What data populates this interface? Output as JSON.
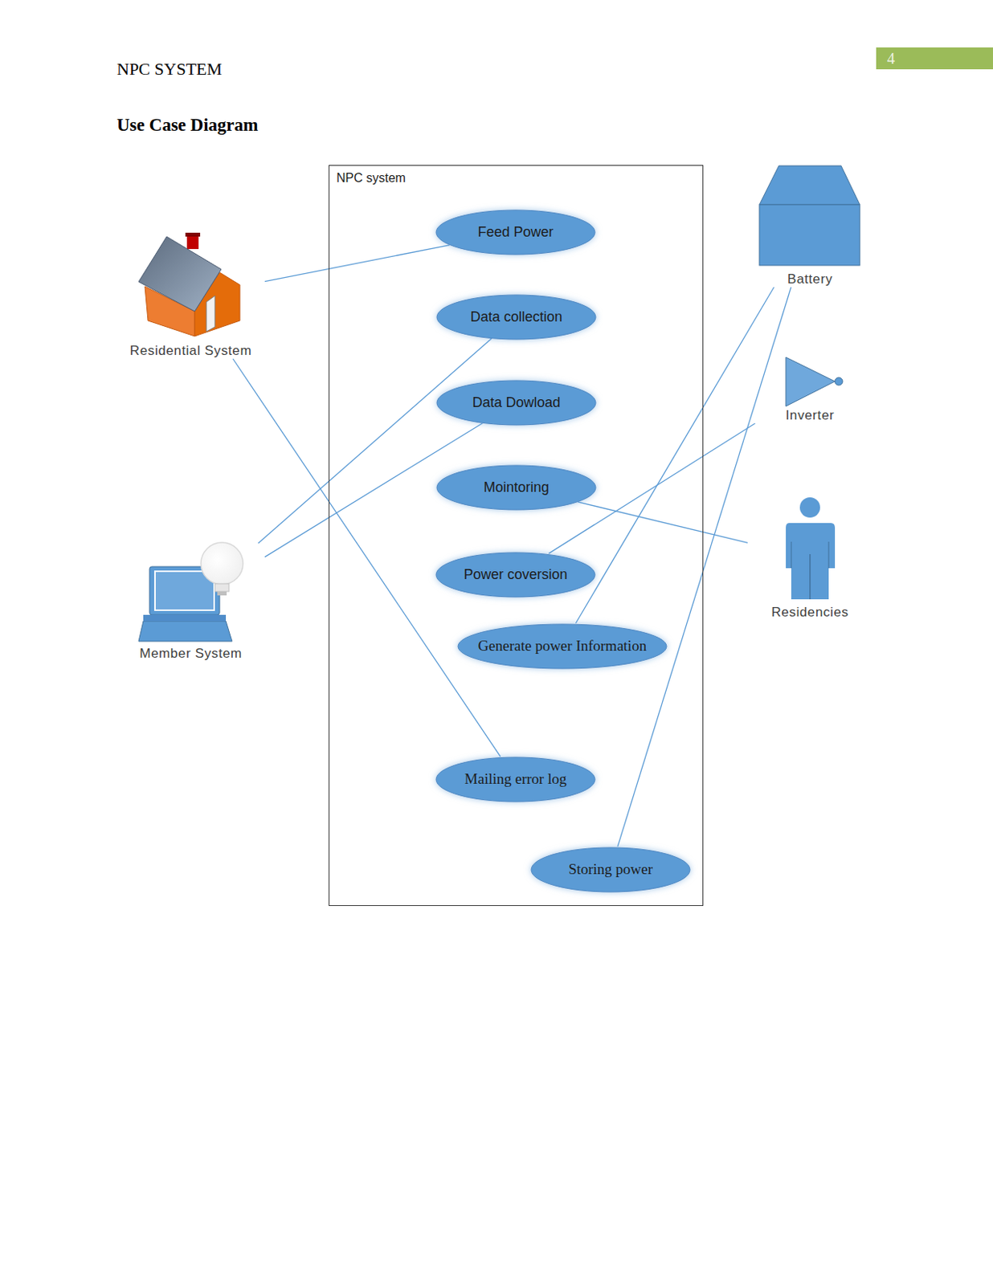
{
  "diagram": {
    "title": "Use Case Diagram",
    "nodes": [
      {
        "text": [
          "NPC system"
        ]
      },
      {
        "text": [
          "Feed Power"
        ],
        "in": 0
      },
      {
        "text": [
          "Data collection"
        ],
        "in": 0
      },
      {
        "text": [
          "Data Dowload"
        ],
        "in": 0
      },
      {
        "text": [
          "Mointoring"
        ],
        "in": 0
      },
      {
        "text": [
          "Power coversion"
        ],
        "in": 0
      },
      {
        "text": [
          "Generate power Information"
        ],
        "in": 0
      },
      {
        "text": [
          "Mailing error log"
        ],
        "in": 0
      },
      {
        "text": [
          "Storing power"
        ],
        "in": 0
      },
      {
        "text": [
          "Residential System"
        ]
      },
      {
        "text": [
          "Member System"
        ]
      },
      {
        "text": [
          "Battery"
        ]
      },
      {
        "text": [
          "Inverter"
        ]
      },
      {
        "text": [
          "Residencies"
        ]
      }
    ],
    "edges": [
      {
        "from": 9,
        "to": 1,
        "arrow": "none"
      },
      {
        "from": 9,
        "to": 7,
        "arrow": "none"
      },
      {
        "from": 10,
        "to": 2,
        "arrow": "none"
      },
      {
        "from": 10,
        "to": 3,
        "arrow": "none"
      },
      {
        "from": 11,
        "to": 6,
        "arrow": "none"
      },
      {
        "from": 11,
        "to": 8,
        "arrow": "none"
      },
      {
        "from": 12,
        "to": 5,
        "arrow": "none"
      },
      {
        "from": 13,
        "to": 4,
        "arrow": "none"
      }
    ],
    "labels": [
      "NPC SYSTEM",
      "4"
    ]
  }
}
